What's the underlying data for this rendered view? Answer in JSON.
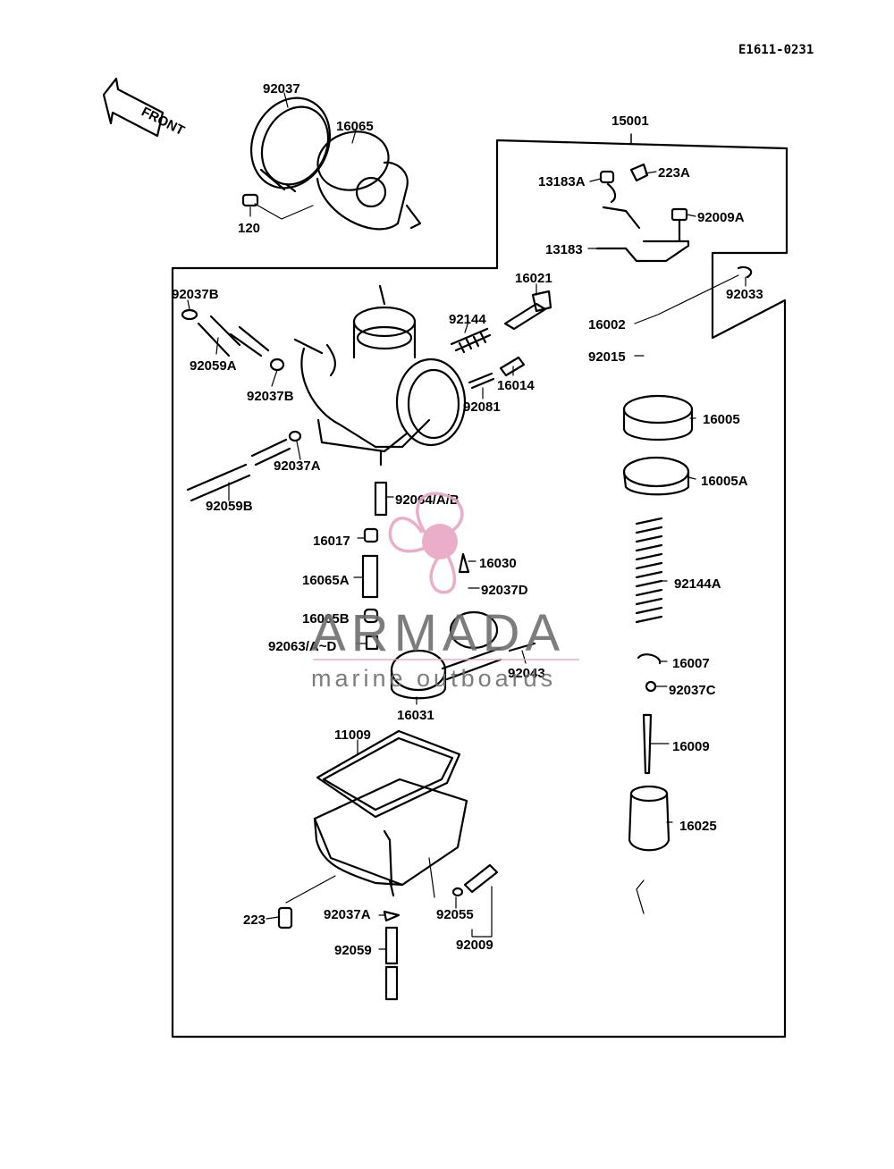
{
  "diagram": {
    "code": "E1611-0231",
    "front_label": "FRONT",
    "parts": [
      {
        "id": "p92037",
        "label": "92037"
      },
      {
        "id": "p16065",
        "label": "16065"
      },
      {
        "id": "p120",
        "label": "120"
      },
      {
        "id": "p15001",
        "label": "15001"
      },
      {
        "id": "p13183A",
        "label": "13183A"
      },
      {
        "id": "p223A",
        "label": "223A"
      },
      {
        "id": "p92009A",
        "label": "92009A"
      },
      {
        "id": "p13183",
        "label": "13183"
      },
      {
        "id": "p92033",
        "label": "92033"
      },
      {
        "id": "p16021",
        "label": "16021"
      },
      {
        "id": "p92037B_1",
        "label": "92037B"
      },
      {
        "id": "p92144",
        "label": "92144"
      },
      {
        "id": "p16002",
        "label": "16002"
      },
      {
        "id": "p92059A",
        "label": "92059A"
      },
      {
        "id": "p92015",
        "label": "92015"
      },
      {
        "id": "p92037B_2",
        "label": "92037B"
      },
      {
        "id": "p16014",
        "label": "16014"
      },
      {
        "id": "p92081",
        "label": "92081"
      },
      {
        "id": "p16005",
        "label": "16005"
      },
      {
        "id": "p92037A_1",
        "label": "92037A"
      },
      {
        "id": "p16005A",
        "label": "16005A"
      },
      {
        "id": "p92059B",
        "label": "92059B"
      },
      {
        "id": "p92064",
        "label": "92064/A/B"
      },
      {
        "id": "p16017",
        "label": "16017"
      },
      {
        "id": "p16030",
        "label": "16030"
      },
      {
        "id": "p16065A",
        "label": "16065A"
      },
      {
        "id": "p92037D",
        "label": "92037D"
      },
      {
        "id": "p92144A",
        "label": "92144A"
      },
      {
        "id": "p16065B",
        "label": "16065B"
      },
      {
        "id": "p92063",
        "label": "92063/A~D"
      },
      {
        "id": "p92043",
        "label": "92043"
      },
      {
        "id": "p16007",
        "label": "16007"
      },
      {
        "id": "p92037C",
        "label": "92037C"
      },
      {
        "id": "p16031",
        "label": "16031"
      },
      {
        "id": "p11009",
        "label": "11009"
      },
      {
        "id": "p16009",
        "label": "16009"
      },
      {
        "id": "p16025",
        "label": "16025"
      },
      {
        "id": "p223",
        "label": "223"
      },
      {
        "id": "p92037A_2",
        "label": "92037A"
      },
      {
        "id": "p92055",
        "label": "92055"
      },
      {
        "id": "p92009",
        "label": "92009"
      },
      {
        "id": "p92059",
        "label": "92059"
      }
    ]
  },
  "watermark": {
    "title": "ARMADA",
    "subtitle": "marine outboards",
    "accent_color": "#e8a6c4"
  }
}
